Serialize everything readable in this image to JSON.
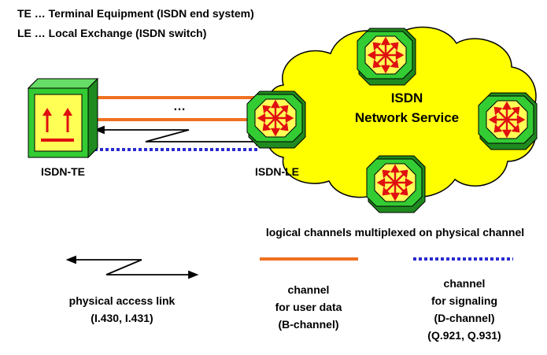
{
  "definitions": {
    "te": "TE … Terminal Equipment (ISDN end system)",
    "le": "LE … Local Exchange (ISDN switch)"
  },
  "nodes": {
    "te_label": "ISDN-TE",
    "le_label": "ISDN-LE"
  },
  "cloud": {
    "line1": "ISDN",
    "line2": "Network Service"
  },
  "ellipsis": "…",
  "multiplex_caption": "logical channels multiplexed on physical channel",
  "legend": {
    "physical": {
      "line1": "physical access link",
      "line2": "(I.430, I.431)"
    },
    "user": {
      "line1": "channel",
      "line2": "for user data",
      "line3": "(B-channel)"
    },
    "signal": {
      "line1": "channel",
      "line2": "for signaling",
      "line3": "(D-channel)",
      "line4": "(Q.921, Q.931)"
    }
  },
  "colors": {
    "b_channel": "#F07020",
    "d_channel": "#2A2AD0",
    "cloud": "#FFFF00",
    "device_green": "#33CC33",
    "device_yellow": "#FFFF55",
    "arrow_red": "#E01010"
  }
}
